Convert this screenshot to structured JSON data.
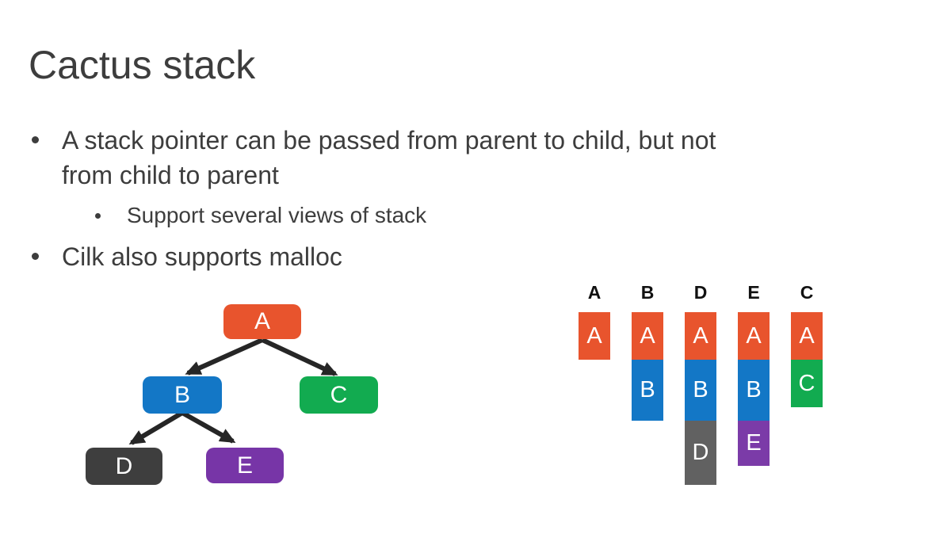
{
  "slide": {
    "title": "Cactus stack",
    "bullets": [
      {
        "level": 1,
        "text": "A stack pointer can be passed from parent to child, but not\nfrom child to parent"
      },
      {
        "level": 2,
        "text": "Support several views of stack"
      },
      {
        "level": 1,
        "text": "Cilk also supports malloc"
      }
    ]
  },
  "tree": {
    "description": "call tree of stack frames",
    "nodes": [
      {
        "id": "A",
        "label": "A",
        "color": "#e8542d"
      },
      {
        "id": "B",
        "label": "B",
        "color": "#1377c6"
      },
      {
        "id": "C",
        "label": "C",
        "color": "#12ab50"
      },
      {
        "id": "D",
        "label": "D",
        "color": "#3e3e3e"
      },
      {
        "id": "E",
        "label": "E",
        "color": "#7735a7"
      }
    ],
    "edges": [
      "A-B",
      "A-C",
      "B-D",
      "B-E"
    ]
  },
  "stack_views": {
    "columns": [
      {
        "header": "A",
        "frames": [
          "A"
        ]
      },
      {
        "header": "B",
        "frames": [
          "A",
          "B"
        ]
      },
      {
        "header": "D",
        "frames": [
          "A",
          "B",
          "D"
        ]
      },
      {
        "header": "E",
        "frames": [
          "A",
          "B",
          "E"
        ]
      },
      {
        "header": "C",
        "frames": [
          "A",
          "C"
        ]
      }
    ]
  },
  "colors": {
    "frame_orange": "#e8542d",
    "frame_blue": "#1377c6",
    "frame_green": "#12ab50",
    "frame_purple": "#7b3ba8",
    "frame_gray": "#616161",
    "tree_node_gray": "#3e3e3e",
    "body_text": "#3d3d3d",
    "arrow": "#262626",
    "background": "#ffffff"
  }
}
